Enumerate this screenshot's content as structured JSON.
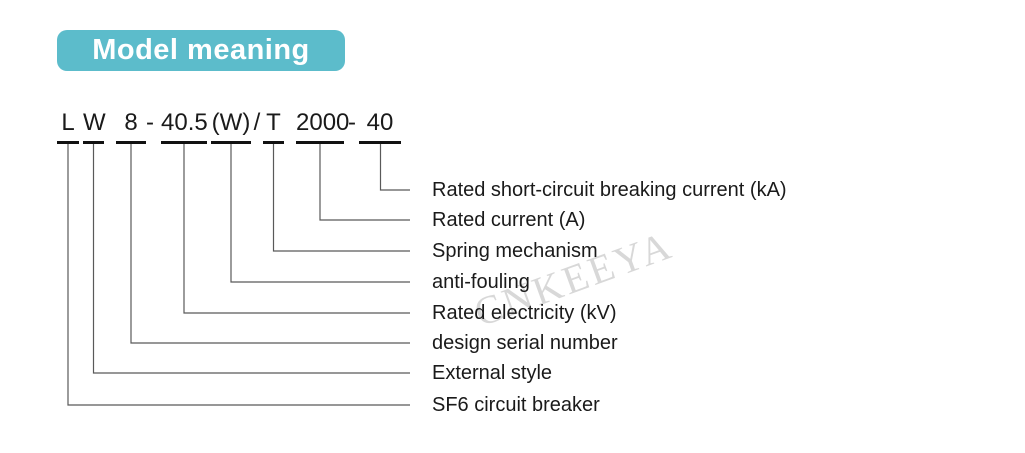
{
  "header": {
    "title": "Model meaning"
  },
  "model_code": {
    "full_string": "L W 8 - 40.5 (W) / T 2000 - 40",
    "tokens": [
      "L",
      "W",
      "8",
      "-",
      "40.5",
      "(W)",
      "/",
      "T",
      "2000",
      "-",
      "40"
    ]
  },
  "legend": {
    "items": [
      {
        "token": "40",
        "label": "Rated short-circuit breaking current (kA)"
      },
      {
        "token": "2000",
        "label": "Rated current (A)"
      },
      {
        "token": "T",
        "label": "Spring mechanism"
      },
      {
        "token": "(W)",
        "label": "anti-fouling"
      },
      {
        "token": "40.5",
        "label": "Rated electricity (kV)"
      },
      {
        "token": "8",
        "label": "design serial number"
      },
      {
        "token": "W",
        "label": "External style"
      },
      {
        "token": "L",
        "label": "SF6 circuit breaker"
      }
    ]
  },
  "watermark": {
    "text": "CNKEEYA"
  },
  "colors": {
    "page_bg": "#ffffff",
    "badge_bg": "#5cbccb",
    "badge_text": "#ffffff",
    "code_text": "#1a1a1a",
    "underline": "#111111",
    "line": "#595959",
    "label_text": "#1a1a1a",
    "watermark": "#d8d8d8"
  }
}
